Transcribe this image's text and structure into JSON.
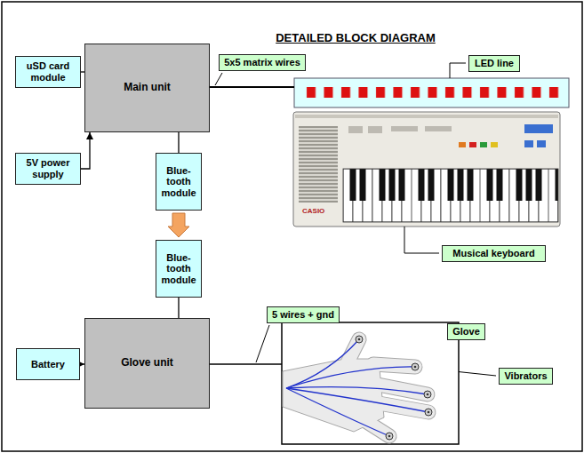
{
  "diagram": {
    "title": "DETAILED BLOCK DIAGRAM",
    "nodes": [
      {
        "text": [
          "uSD card module"
        ]
      },
      {
        "text": [
          "Main unit"
        ]
      },
      {
        "text": [
          "5x5 matrix wires"
        ]
      },
      {
        "text": [
          "LED line"
        ]
      },
      {
        "text": [
          "5V power supply"
        ]
      },
      {
        "text": [
          "Blue- tooth module"
        ]
      },
      {
        "text": [
          "Blue- tooth module"
        ]
      },
      {
        "text": [
          "Musical keyboard"
        ]
      },
      {
        "text": [
          "5 wires + gnd"
        ]
      },
      {
        "text": [
          "Glove unit"
        ]
      },
      {
        "text": [
          "Glove"
        ]
      },
      {
        "text": [
          "Battery"
        ]
      },
      {
        "text": [
          "Vibrators"
        ]
      }
    ],
    "edges": [
      {
        "from": 0,
        "to": 1,
        "arrow": "none"
      },
      {
        "from": 4,
        "to": 1,
        "arrow": "to"
      },
      {
        "from": 1,
        "to": 5,
        "arrow": "none"
      },
      {
        "from": 5,
        "to": 6,
        "arrow": "to"
      },
      {
        "from": 6,
        "to": 9,
        "arrow": "none"
      },
      {
        "from": 11,
        "to": 9,
        "arrow": "to"
      }
    ],
    "labels": [
      "CASIO"
    ]
  }
}
